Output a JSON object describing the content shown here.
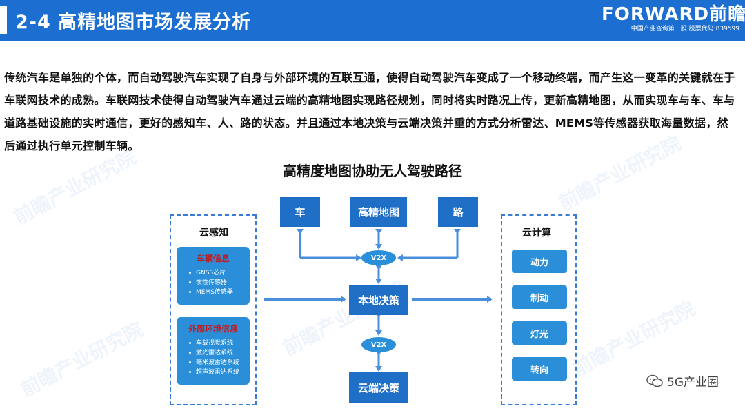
{
  "header": {
    "title": "2-4 高精地图市场发展分析",
    "brand_logo": "FORWARD前瞻",
    "brand_sub": "中国产业咨询第一股  股票代码:839599"
  },
  "intro": {
    "text": "传统汽车是单独的个体，而自动驾驶汽车实现了自身与外部环境的互联互通，使得自动驾驶汽车变成了一个移动终端，而产生这一变革的关键就在于车联网技术的成熟。车联网技术使得自动驾驶汽车通过云端的高精地图实现路径规划，同时将实时路况上传，更新高精地图，从而实现车与车、车与道路基础设施的实时通信，更好的感知车、人、路的状态。并且通过本地决策与云端决策并重的方式分析雷达、MEMS等传感器获取海量数据，然后通过执行单元控制车辆。"
  },
  "diagram": {
    "title": "高精度地图协助无人驾驶路径",
    "cloud_sense": {
      "title": "云感知",
      "vehicle_info": {
        "heading": "车辆信息",
        "items": [
          "GNSS芯片",
          "惯性传感器",
          "MEMS传感器"
        ]
      },
      "env_info": {
        "heading": "外部环境信息",
        "items": [
          "车载视觉系统",
          "激光雷达系统",
          "毫米波雷达系统",
          "超声波雷达系统"
        ]
      }
    },
    "top_nodes": [
      "车",
      "高精地图",
      "路"
    ],
    "v2x_label": "V2X",
    "local_decision": "本地决策",
    "cloud_decision": "云端决策",
    "cloud_compute": {
      "title": "云计算",
      "items": [
        "动力",
        "制动",
        "灯光",
        "转向"
      ]
    },
    "colors": {
      "box": "#1f6fc7",
      "card": "#2a8fd8",
      "arrow": "#4a8fdd",
      "heading_red": "#c2191f"
    }
  },
  "watermark": {
    "text": "前瞻产业研究院",
    "source": "5G产业圈"
  }
}
